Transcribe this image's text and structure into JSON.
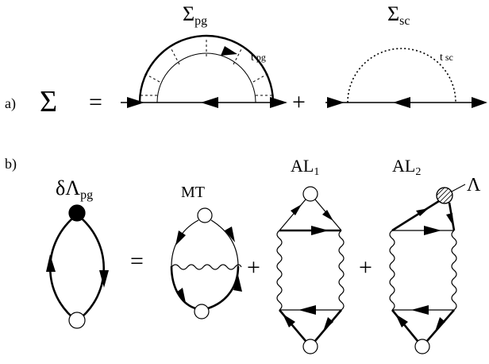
{
  "panel_a": {
    "tag": "a)",
    "sigma": "Σ",
    "equals": "=",
    "plus": "+",
    "sigma_pg_main": "Σ",
    "sigma_pg_sub": "pg",
    "sigma_sc_main": "Σ",
    "sigma_sc_sub": "sc",
    "t_pg": "t",
    "t_pg_sub": "pg",
    "t_sc": "t",
    "t_sc_sub": "sc"
  },
  "panel_b": {
    "tag": "b)",
    "dlam_main": "δΛ",
    "dlam_sub": "pg",
    "equals": "=",
    "plus1": "+",
    "plus2": "+",
    "mt": "MT",
    "al1_main": "AL",
    "al1_sub": "1",
    "al2_main": "AL",
    "al2_sub": "2",
    "lambda": "Λ"
  }
}
